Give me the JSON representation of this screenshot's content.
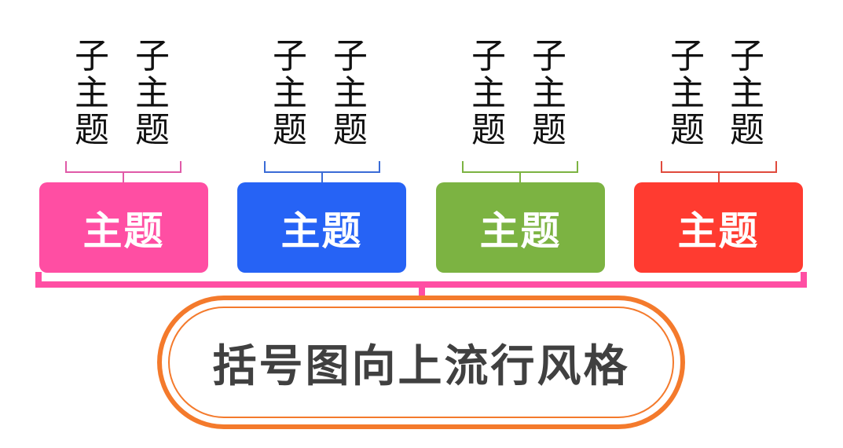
{
  "title": "括号图向上流行风格",
  "colors": {
    "pink": "#ff4ea3",
    "blue": "#2663f5",
    "green": "#7cb342",
    "red": "#ff3b30",
    "orange": "#f47a2c",
    "title_text": "#404040"
  },
  "groups": [
    {
      "topic": "主题",
      "color": "#ff4ea3",
      "bracket_color": "#e05aa8",
      "subtopics": [
        {
          "chars": [
            "子",
            "主",
            "题"
          ]
        },
        {
          "chars": [
            "子",
            "主",
            "题"
          ]
        }
      ]
    },
    {
      "topic": "主题",
      "color": "#2663f5",
      "bracket_color": "#3a6bd6",
      "subtopics": [
        {
          "chars": [
            "子",
            "主",
            "题"
          ]
        },
        {
          "chars": [
            "子",
            "主",
            "题"
          ]
        }
      ]
    },
    {
      "topic": "主题",
      "color": "#7cb342",
      "bracket_color": "#7cb342",
      "subtopics": [
        {
          "chars": [
            "子",
            "主",
            "题"
          ]
        },
        {
          "chars": [
            "子",
            "主",
            "题"
          ]
        }
      ]
    },
    {
      "topic": "主题",
      "color": "#ff3b30",
      "bracket_color": "#e04a3c",
      "subtopics": [
        {
          "chars": [
            "子",
            "主",
            "题"
          ]
        },
        {
          "chars": [
            "子",
            "主",
            "题"
          ]
        }
      ]
    }
  ]
}
